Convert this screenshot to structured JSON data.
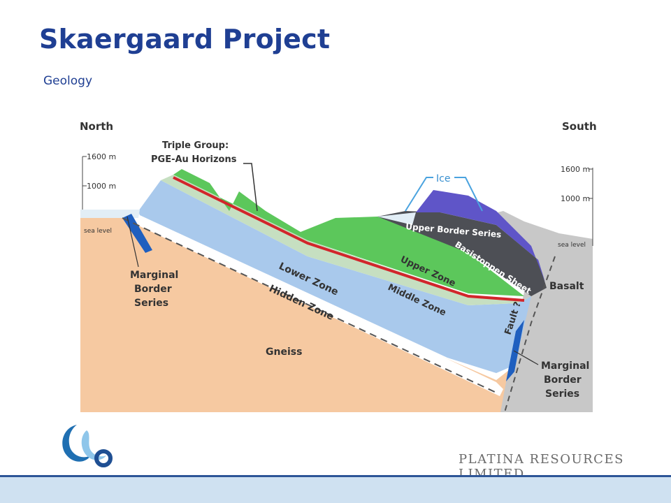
{
  "slide": {
    "title": "Skaergaard Project",
    "subtitle": "Geology"
  },
  "diagram": {
    "labels": {
      "north": "North",
      "south": "South",
      "elev_1600_left": "1600 m",
      "elev_1000_left": "1000 m",
      "sea_level_left": "sea level",
      "elev_1600_right": "1600 m",
      "elev_1000_right": "1000 m",
      "sea_level_right": "sea level",
      "triple_group_line1": "Triple Group:",
      "triple_group_line2": "PGE-Au Horizons",
      "ice": "Ice",
      "upper_border_series": "Upper Border Series",
      "basistoppen_sheet": "Basistoppen Sheet",
      "upper_zone": "Upper Zone",
      "middle_zone": "Middle Zone",
      "lower_zone": "Lower Zone",
      "hidden_zone": "Hidden Zone",
      "gneiss": "Gneiss",
      "basalt": "Basalt",
      "fault": "Fault ?",
      "marginal_left_1": "Marginal",
      "marginal_left_2": "Border",
      "marginal_left_3": "Series",
      "marginal_right_1": "Marginal",
      "marginal_right_2": "Border",
      "marginal_right_3": "Series"
    },
    "colors": {
      "gneiss": "#f6c9a1",
      "lower_zone": "#a9c9ec",
      "middle_zone": "#c6dfc1",
      "upper_zone": "#5cc75b",
      "pge_horizon": "#d2262b",
      "upper_border_series": "#4d4f55",
      "ice_cap": "#5f55c8",
      "basalt": "#c8c8c8",
      "marginal_border": "#1f5fbf",
      "sea": "#e2eef6"
    }
  },
  "footer": {
    "company": "PLATINA RESOURCES LIMITED",
    "logo_icon": "platina-moon-logo-icon",
    "bar_color": "#cfe1f1",
    "line_color": "#2d5597"
  }
}
